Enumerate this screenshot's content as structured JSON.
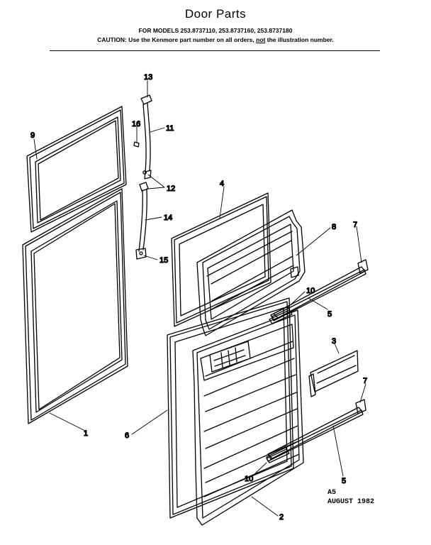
{
  "header": {
    "title": "Door Parts",
    "models_line": "FOR MODELS 253.8737110, 253.8737160, 253.8737180",
    "caution_prefix": "CAUTION: Use the Kenmore part number on all orders,",
    "caution_not": "not",
    "caution_suffix": "the illustration number."
  },
  "callouts": {
    "c13": "13",
    "c16": "16",
    "c11": "11",
    "c9": "9",
    "c12": "12",
    "c14": "14",
    "c15": "15",
    "c4": "4",
    "c8": "8",
    "c7a": "7",
    "c10a": "10",
    "c5a": "5",
    "c3": "3",
    "c7b": "7",
    "c6": "6",
    "c1": "1",
    "c5b": "5",
    "c10b": "10",
    "c2": "2"
  },
  "footer": {
    "code": "A5",
    "date": "AUGUST 1982"
  }
}
